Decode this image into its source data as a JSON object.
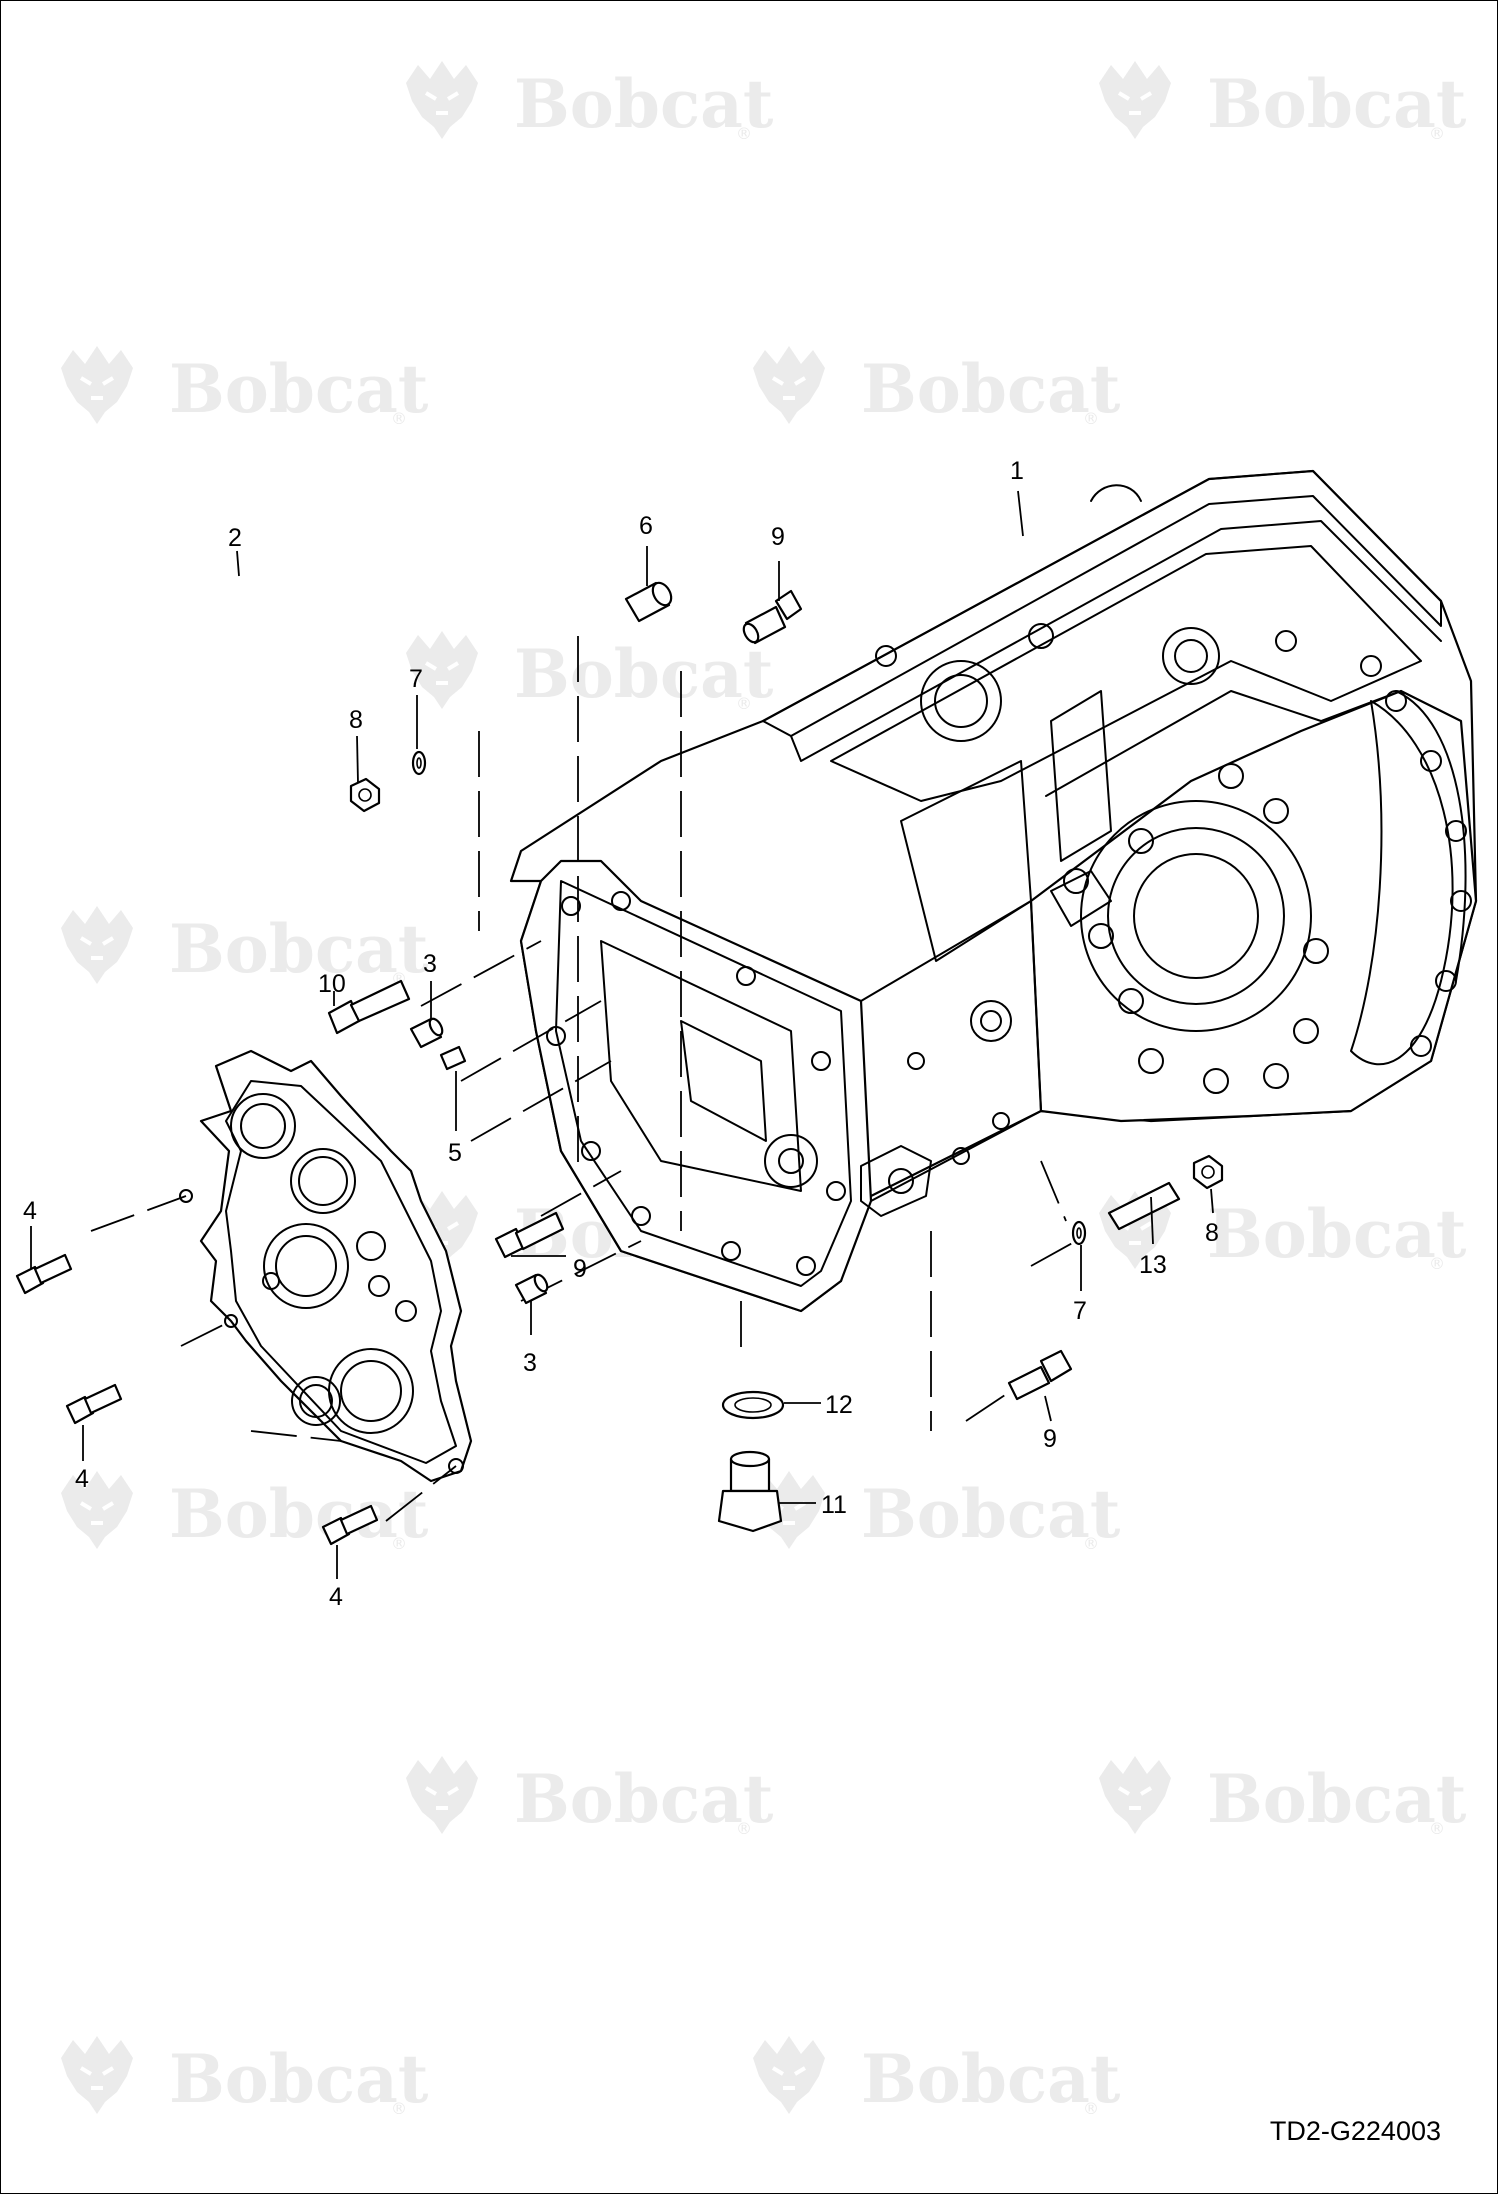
{
  "watermark": {
    "brand": "Bobcat",
    "reg": "®",
    "icon": "bobcat-logo-icon"
  },
  "drawing_id": "TD2-G224003",
  "callouts": {
    "c1": "1",
    "c2": "2",
    "c3a": "3",
    "c3b": "3",
    "c4a": "4",
    "c4b": "4",
    "c4c": "4",
    "c5": "5",
    "c6": "6",
    "c7a": "7",
    "c7b": "7",
    "c8a": "8",
    "c8b": "8",
    "c9a": "9",
    "c9b": "9",
    "c9c": "9",
    "c10": "10",
    "c11": "11",
    "c12": "12",
    "c13": "13"
  },
  "colors": {
    "line": "#000000",
    "background": "#ffffff",
    "watermark": "#ebebeb"
  }
}
